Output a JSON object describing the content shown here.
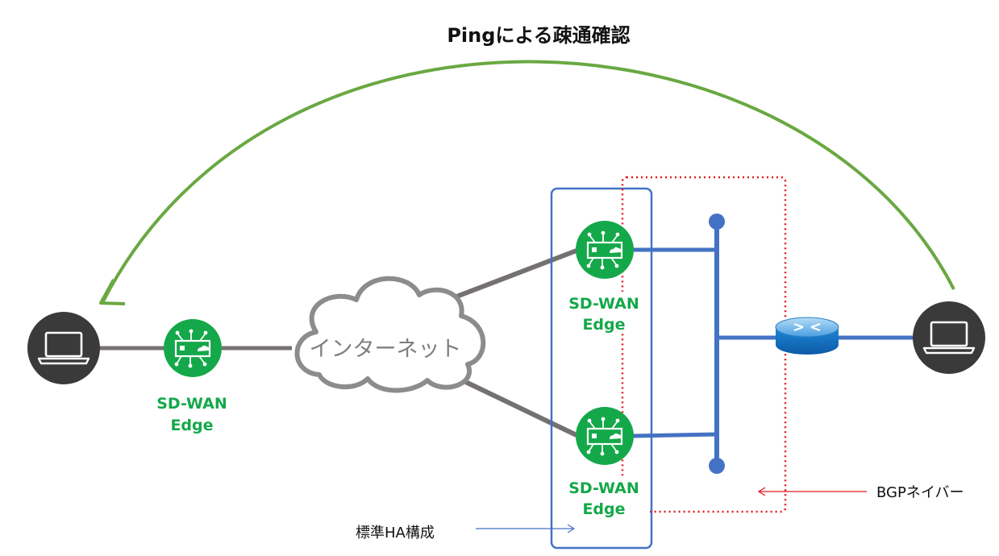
{
  "title": "Pingによる疎通確認",
  "cloud_label": "インターネット",
  "edge_label_line1": "SD-WAN",
  "edge_label_line2": "Edge",
  "ha_label": "標準HA構成",
  "bgp_label": "BGPネイバー",
  "colors": {
    "ping_arrow": "#6aa842",
    "edge_green": "#14a84a",
    "lan_blue": "#4472c4",
    "wan_gray": "#767171",
    "bgp_red": "#e0191e",
    "laptop_dark": "#3a3a3a"
  },
  "icons": {
    "laptop": "laptop-icon",
    "edge": "sd-wan-edge-icon",
    "router": "router-icon",
    "cloud": "cloud-icon"
  }
}
